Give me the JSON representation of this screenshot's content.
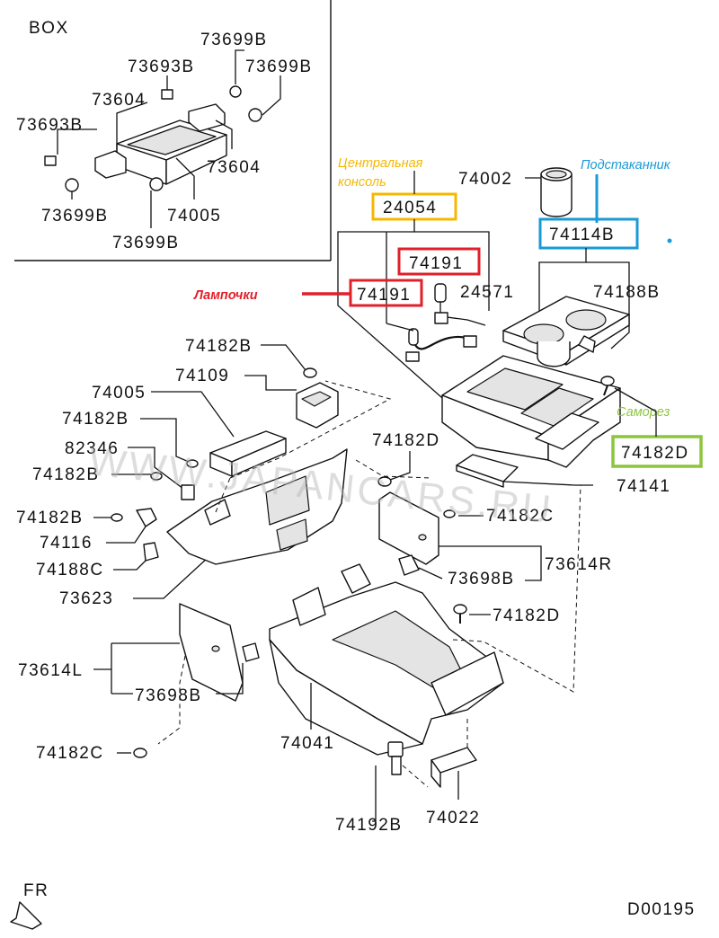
{
  "box": {
    "title": "BOX"
  },
  "labels": {
    "p73699B_a": "73699B",
    "p73693B_a": "73693B",
    "p73699B_b": "73699B",
    "p73604_a": "73604",
    "p73693B_b": "73693B",
    "p73604_b": "73604",
    "p73699B_c": "73699B",
    "p74005_box": "74005",
    "p73699B_d": "73699B",
    "p24054": "24054",
    "p74002": "74002",
    "p74114B": "74114B",
    "p74191_top": "74191",
    "p74191_left": "74191",
    "p24571": "24571",
    "p74188B": "74188B",
    "p74182B_a": "74182B",
    "p74109": "74109",
    "p74005": "74005",
    "p74182B_b": "74182B",
    "p82346": "82346",
    "p74182B_c": "74182B",
    "p74182B_d": "74182B",
    "p74116": "74116",
    "p74188C": "74188C",
    "p73623": "73623",
    "p74182D_a": "74182D",
    "p74182C_a": "74182C",
    "p73698B_a": "73698B",
    "p73614R": "73614R",
    "p74182D_b": "74182D",
    "p74182D_box": "74182D",
    "p74141": "74141",
    "p73614L": "73614L",
    "p73698B_b": "73698B",
    "p74182C_b": "74182C",
    "p74041": "74041",
    "p74192B": "74192B",
    "p74022": "74022",
    "fr": "FR",
    "code": "D00195"
  },
  "annotations": {
    "central_console": "Центральная консоль",
    "cup_holder": "Подстаканник",
    "bulbs": "Лампочки",
    "screw": "Саморез"
  },
  "watermark": {
    "text": "WWW.JAPANCARS.RU"
  },
  "colors": {
    "central_console": "#f5b800",
    "cup_holder": "#1a9ad6",
    "bulbs": "#e0202a",
    "screw": "#8cc63f"
  }
}
